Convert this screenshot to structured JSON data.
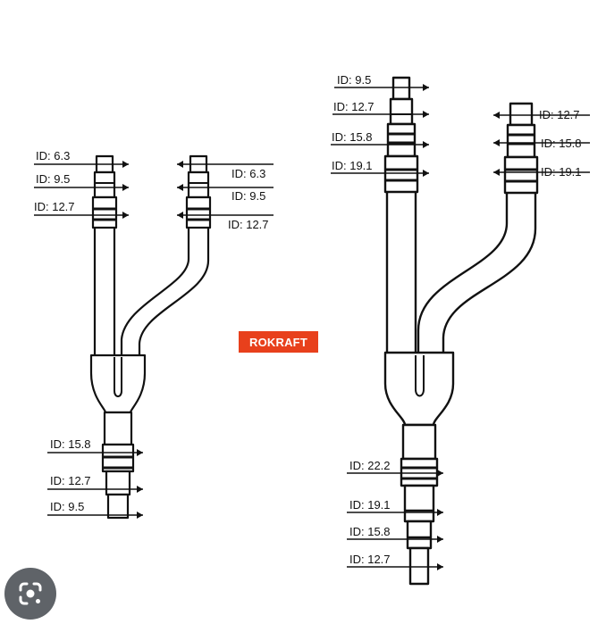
{
  "colors": {
    "background": "#ffffff",
    "line": "#111111",
    "brand_bg": "#e8401c",
    "brand_text": "#ffffff",
    "lens_bg": "#5f6368",
    "lens_icon": "#ffffff"
  },
  "brand": {
    "label": "ROKRAFT"
  },
  "small_joint": {
    "main_top_labels": [
      "ID: 6.3",
      "ID: 9.5",
      "ID: 12.7"
    ],
    "branch_labels": [
      "ID: 6.3",
      "ID: 9.5",
      "ID: 12.7"
    ],
    "bottom_labels": [
      "ID: 15.8",
      "ID: 12.7",
      "ID: 9.5"
    ]
  },
  "large_joint": {
    "main_top_labels": [
      "ID: 9.5",
      "ID: 12.7",
      "ID: 15.8",
      "ID: 19.1"
    ],
    "branch_labels": [
      "ID: 12.7",
      "ID: 15.8",
      "ID: 19.1"
    ],
    "bottom_labels": [
      "ID: 22.2",
      "ID: 19.1",
      "ID: 15.8",
      "ID: 12.7"
    ]
  },
  "icons": {
    "lens": "google-lens-icon"
  }
}
